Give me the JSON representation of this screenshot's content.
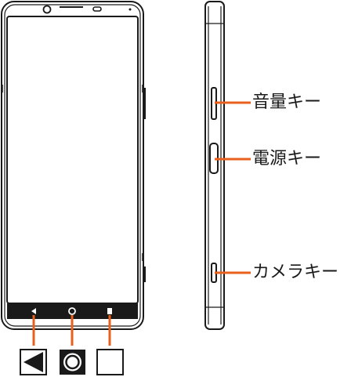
{
  "labels": {
    "volume_key": "音量キー",
    "power_key": "電源キー",
    "camera_key": "カメラキー"
  },
  "icons": {
    "back": "back-triangle-icon",
    "home": "home-circle-icon",
    "recents": "recents-square-icon"
  },
  "colors": {
    "callout_line": "#e8601c",
    "outline": "#1a1a1a",
    "nav_bar": "#1a1a1a"
  }
}
